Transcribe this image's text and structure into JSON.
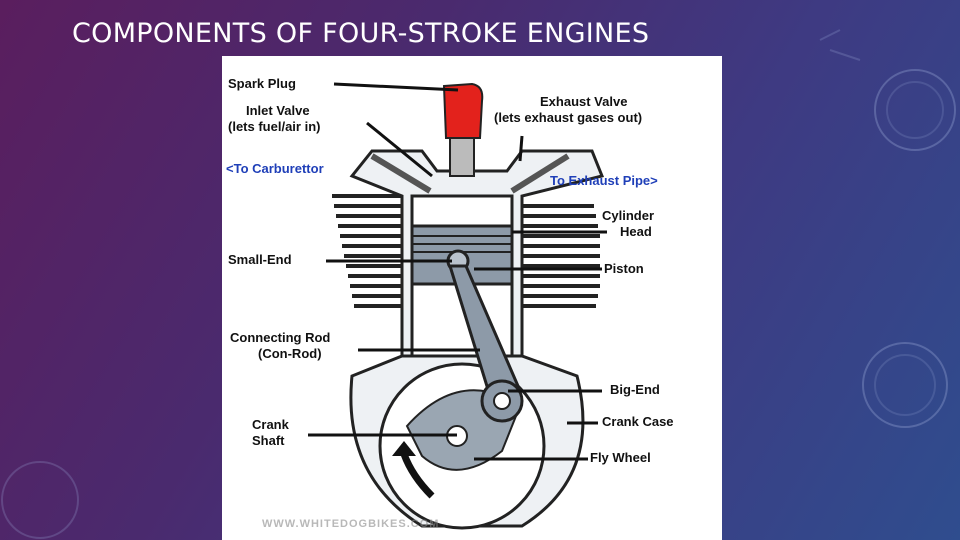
{
  "slide": {
    "title": "COMPONENTS OF FOUR-STROKE ENGINES"
  },
  "diagram": {
    "labels": {
      "spark_plug": "Spark Plug",
      "inlet_valve": "Inlet Valve",
      "inlet_valve_note": "(lets fuel/air in)",
      "exhaust_valve": "Exhaust Valve",
      "exhaust_valve_note": "(lets exhaust gases out)",
      "to_carburettor": "<To Carburettor",
      "to_exhaust_pipe": "To Exhaust Pipe>",
      "cylinder": "Cylinder",
      "head": "Head",
      "small_end": "Small-End",
      "piston": "Piston",
      "connecting_rod": "Connecting Rod",
      "con_rod": "(Con-Rod)",
      "big_end": "Big-End",
      "crank_case": "Crank Case",
      "crank": "Crank",
      "shaft": "Shaft",
      "fly_wheel": "Fly Wheel"
    },
    "watermark": "WWW.WHITEDOGBIKES.COM",
    "colors": {
      "spark_plug": "#e3221c",
      "piston": "#8d9aa8",
      "label_blue": "#1f3fb8",
      "engine_fill": "#b9c2cc"
    }
  }
}
